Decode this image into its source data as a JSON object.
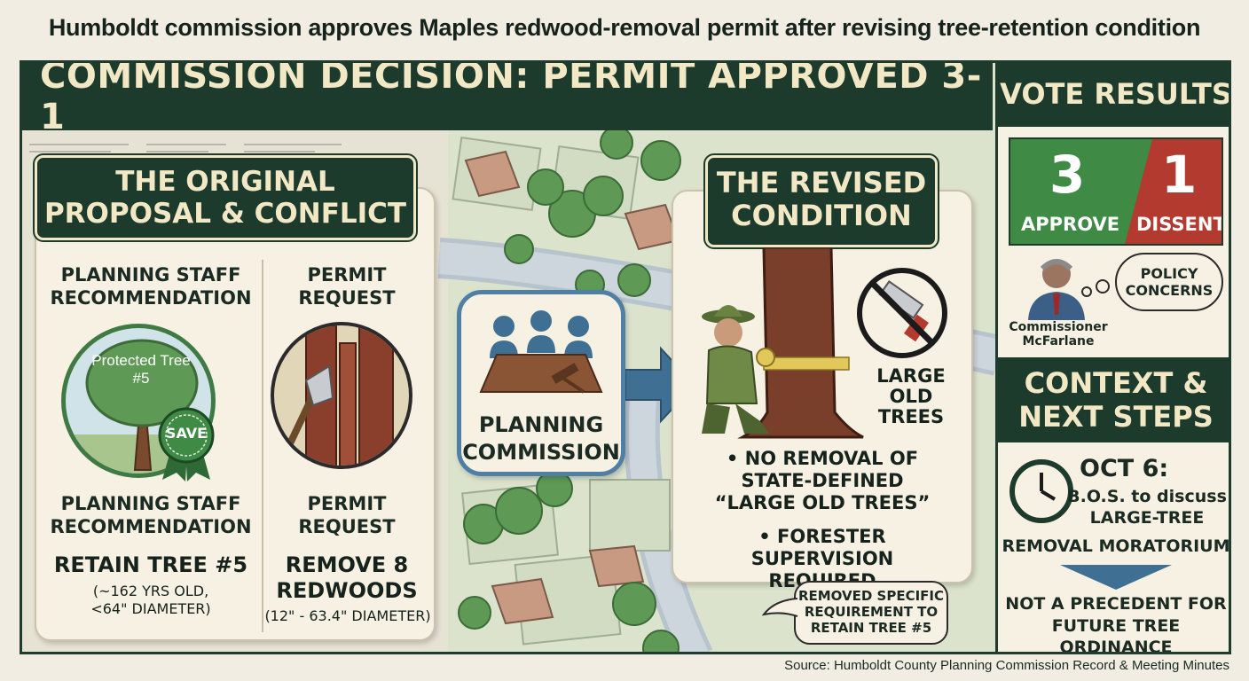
{
  "headline": "Humboldt commission approves Maples redwood-removal permit after revising tree-retention condition",
  "banner": "COMMISSION DECISION: PERMIT APPROVED 3-1",
  "original": {
    "tag_line1": "THE ORIGINAL",
    "tag_line2": "PROPOSAL & CONFLICT",
    "staff": {
      "title": "PLANNING STAFF RECOMMENDATION",
      "badge_text": "Protected Tree #5",
      "seal": "SAVE",
      "caption": "PLANNING STAFF RECOMMENDATION",
      "big": "RETAIN TREE #5",
      "detail_line1": "(~162 YRS OLD,",
      "detail_line2": "<64\" DIAMETER)"
    },
    "permit": {
      "title": "PERMIT REQUEST",
      "caption": "PERMIT REQUEST",
      "big_line1": "REMOVE 8",
      "big_line2": "REDWOODS",
      "detail": "(12\" - 63.4\" DIAMETER)"
    }
  },
  "commission": {
    "line1": "PLANNING",
    "line2": "COMMISSION"
  },
  "revised": {
    "tag_line1": "THE REVISED",
    "tag_line2": "CONDITION",
    "icon_label_line1": "LARGE",
    "icon_label_line2": "OLD",
    "icon_label_line3": "TREES",
    "bullet1_line1": "• NO REMOVAL OF",
    "bullet1_line2": "STATE-DEFINED",
    "bullet1_line3": "“LARGE OLD TREES”",
    "bullet2_line1": "• FORESTER SUPERVISION",
    "bullet2_line2": "REQUIRED",
    "note_line1": "REMOVED SPECIFIC",
    "note_line2": "REQUIREMENT TO",
    "note_line3": "RETAIN TREE #5"
  },
  "vote": {
    "header": "VOTE RESULTS",
    "approve_count": "3",
    "approve_label": "APPROVE",
    "dissent_count": "1",
    "dissent_label": "DISSENT",
    "thought": "POLICY CONCERNS",
    "commissioner_line1": "Commissioner",
    "commissioner_line2": "McFarlane"
  },
  "context": {
    "header_line1": "CONTEXT &",
    "header_line2": "NEXT STEPS",
    "date": "OCT 6:",
    "detail_line1": "B.O.S. to discuss",
    "detail_line2": "LARGE-TREE",
    "detail_line3": "REMOVAL MORATORIUM",
    "note_line1": "NOT A PRECEDENT FOR",
    "note_line2": "FUTURE TREE ORDINANCE"
  },
  "source": "Source: Humboldt County Planning Commission Record & Meeting Minutes",
  "colors": {
    "dark_green": "#1d3b2c",
    "cream": "#f2e8c6",
    "approve_green": "#3f8a45",
    "dissent_red": "#b23a2e",
    "arrow_blue": "#3f6f93"
  },
  "icons": [
    "tree-icon",
    "ribbon-seal-icon",
    "axe-icon",
    "gavel-icon",
    "no-saw-icon",
    "forester-icon",
    "commissioner-avatar-icon",
    "clock-icon",
    "down-arrow-icon",
    "right-arrow-icon"
  ]
}
